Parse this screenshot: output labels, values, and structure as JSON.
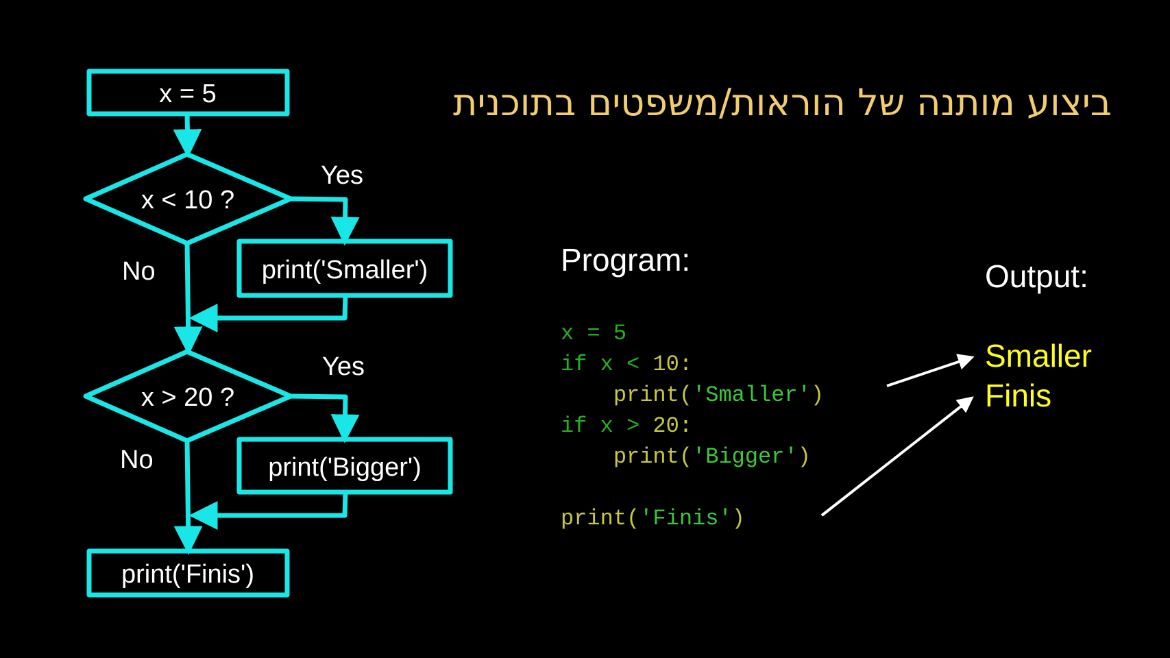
{
  "title": "ביצוע מותנה של הוראות/משפטים בתוכנית",
  "flowchart": {
    "start_box": "x = 5",
    "decision_1": "x < 10 ?",
    "decision_1_yes": "Yes",
    "decision_1_no": "No",
    "action_1": "print('Smaller')",
    "decision_2": "x > 20 ?",
    "decision_2_yes": "Yes",
    "decision_2_no": "No",
    "action_2": "print('Bigger')",
    "end_box": "print('Finis')"
  },
  "program": {
    "heading": "Program:",
    "lines": [
      [
        {
          "t": "x",
          "c": "kw"
        },
        {
          "t": " = ",
          "c": "kw"
        },
        {
          "t": "5",
          "c": "kw"
        }
      ],
      [
        {
          "t": "if",
          "c": "kw"
        },
        {
          "t": " x ",
          "c": "kw"
        },
        {
          "t": "<",
          "c": "kw"
        },
        {
          "t": " 10:",
          "c": "fn"
        }
      ],
      [
        {
          "t": "    print(",
          "c": "fn"
        },
        {
          "t": "'Smaller'",
          "c": "str"
        },
        {
          "t": ")",
          "c": "fn"
        }
      ],
      [
        {
          "t": "if",
          "c": "kw"
        },
        {
          "t": " x ",
          "c": "kw"
        },
        {
          "t": ">",
          "c": "kw"
        },
        {
          "t": " 20:",
          "c": "fn"
        }
      ],
      [
        {
          "t": "    print(",
          "c": "fn"
        },
        {
          "t": "'Bigger'",
          "c": "str"
        },
        {
          "t": ")",
          "c": "fn"
        }
      ],
      [
        {
          "t": "",
          "c": "fn"
        }
      ],
      [
        {
          "t": "print(",
          "c": "fn"
        },
        {
          "t": "'Finis'",
          "c": "str"
        },
        {
          "t": ")",
          "c": "fn"
        }
      ]
    ]
  },
  "output": {
    "heading": "Output:",
    "lines": [
      "Smaller",
      "Finis"
    ]
  },
  "colors": {
    "flow_stroke": "#19e6e6",
    "title": "#f2cd6e",
    "output_text": "#ffff1a",
    "arrow": "#ffffff"
  }
}
